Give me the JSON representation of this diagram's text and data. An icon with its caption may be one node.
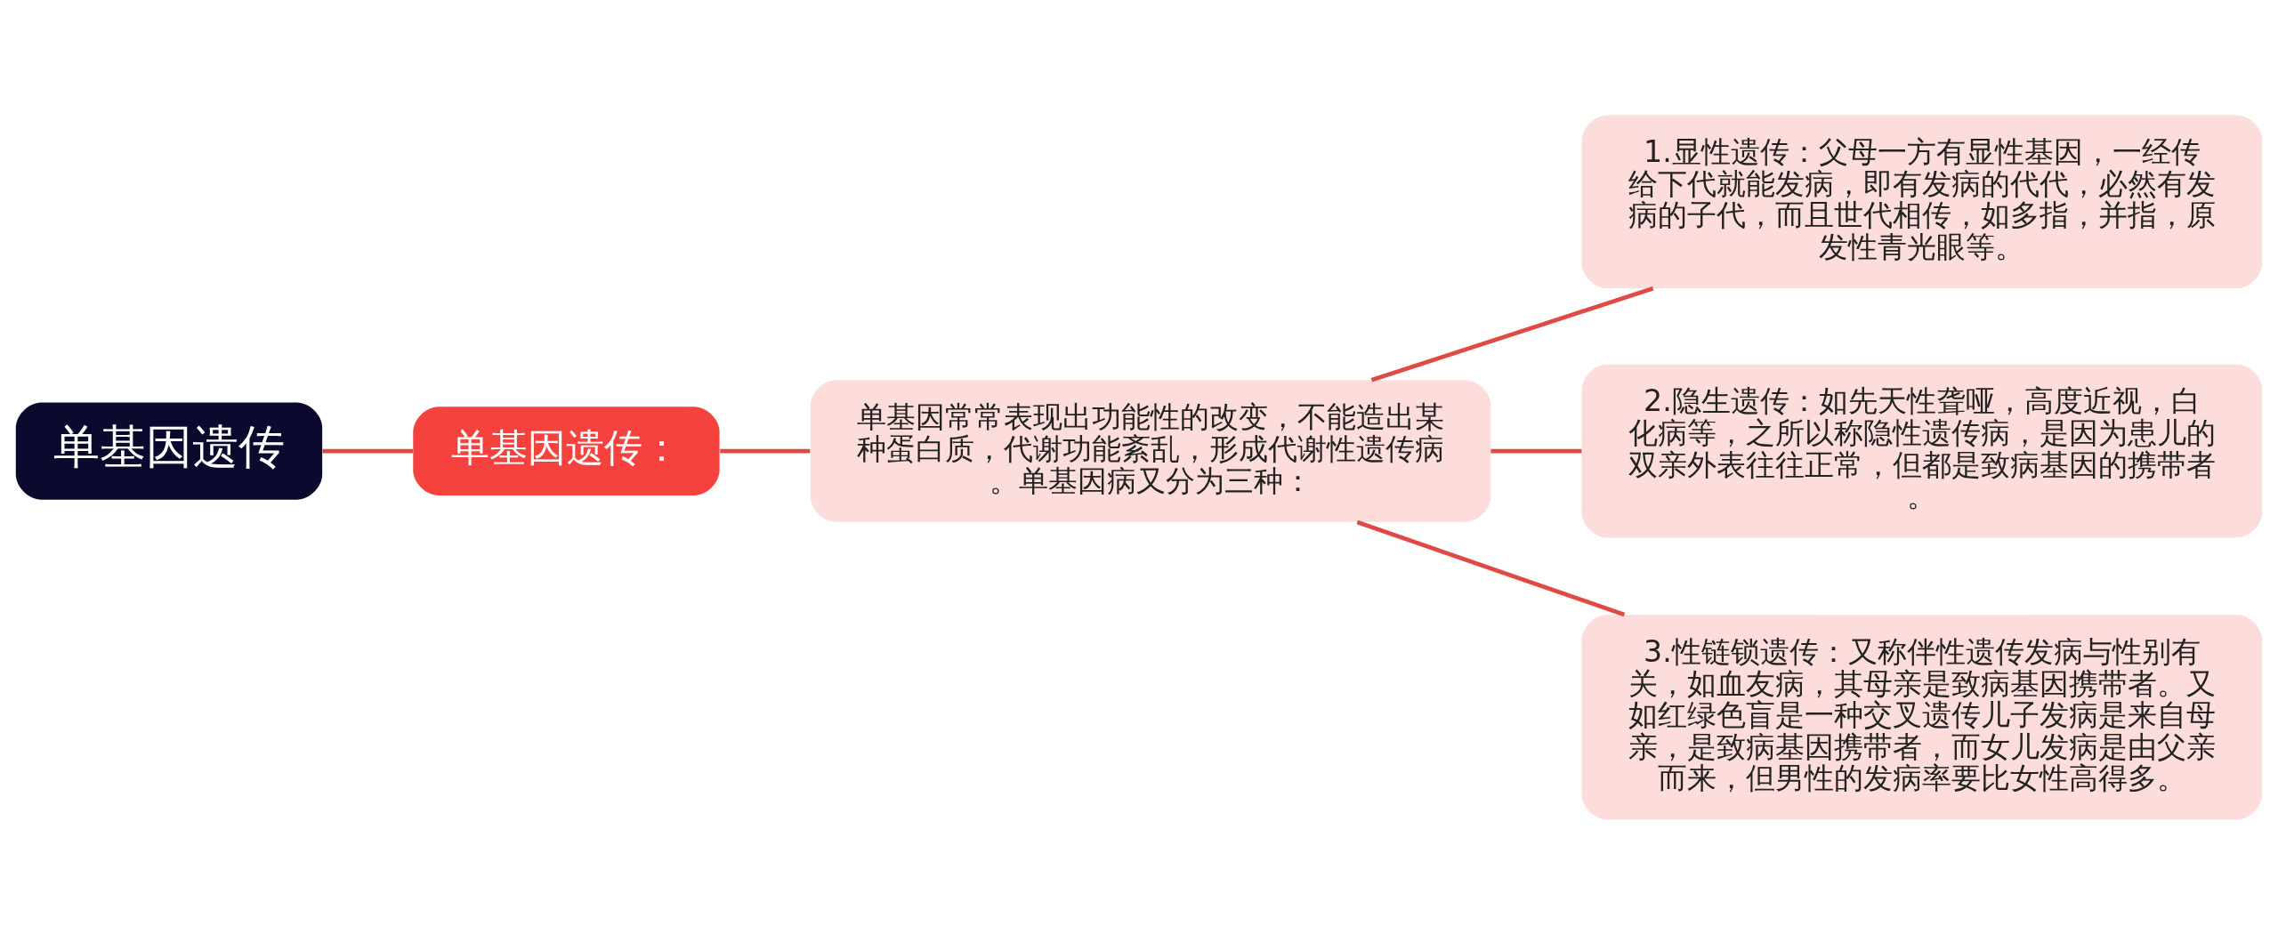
{
  "diagram": {
    "nodes": [
      {
        "text": [
          "单基因遗传"
        ]
      },
      {
        "text": [
          "单基因遗传："
        ]
      },
      {
        "text": [
          "单基因常常表现出功能性的改变，不能造出某种蛋白质，代谢功能紊乱，形成代谢性遗传病。单基因病又分为三种："
        ]
      },
      {
        "text": [
          "1.显性遗传：父母一方有显性基因，一经传给下代就能发病，即有发病的代代，必然有发病的子代，而且世代相传，如多指，并指，原发性青光眼等。"
        ]
      },
      {
        "text": [
          "2.隐生遗传：如先天性聋哑，高度近视，白化病等，之所以称隐性遗传病，是因为患儿的双亲外表往往正常，但都是致病基因的携带者。"
        ]
      },
      {
        "text": [
          "3.性链锁遗传：又称伴性遗传发病与性别有关，如血友病，其母亲是致病基因携带者。又如红绿色盲是一种交叉遗传儿子发病是来自母亲，是致病基因携带者，而女儿发病是由父亲而来，但男性的发病率要比女性高得多。"
        ]
      }
    ],
    "edges": [
      {
        "from": 0,
        "to": 1,
        "arrow": "none"
      },
      {
        "from": 1,
        "to": 2,
        "arrow": "none"
      },
      {
        "from": 2,
        "to": 3,
        "arrow": "none"
      },
      {
        "from": 2,
        "to": 4,
        "arrow": "none"
      },
      {
        "from": 2,
        "to": 5,
        "arrow": "none"
      }
    ]
  }
}
